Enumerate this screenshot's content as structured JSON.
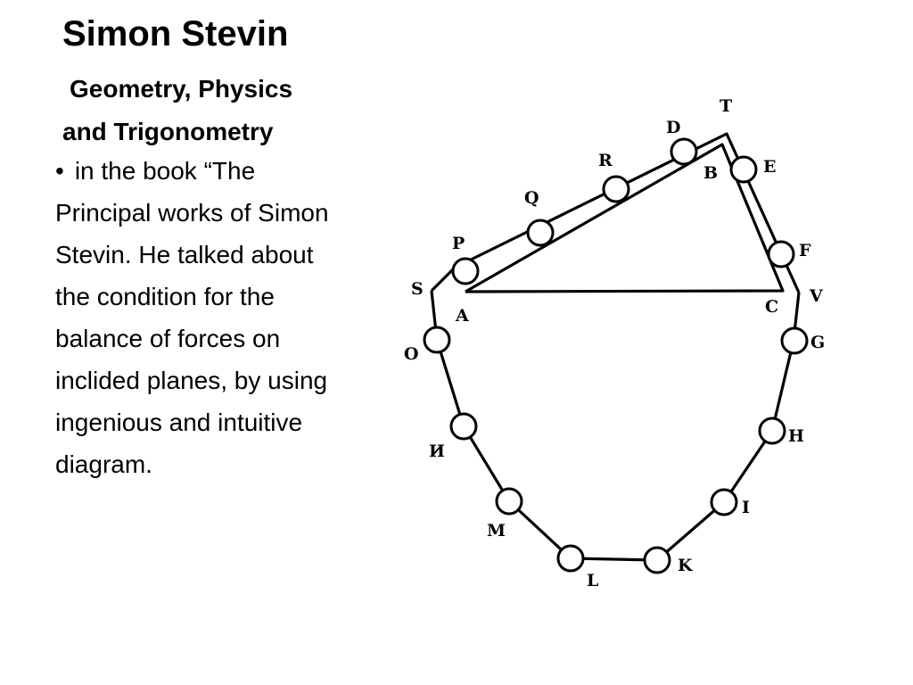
{
  "slide": {
    "title": "Simon Stevin",
    "subtitle_line1": "Geometry, Physics",
    "subtitle_line2": "and Trigonometry",
    "bullet_symbol": "•",
    "bullet_text": "in the book “The Principal works of Simon Stevin. He talked about the condition for the balance of forces on inclided planes, by using ingenious and intuitive diagram."
  },
  "diagram": {
    "labels": {
      "T": "T",
      "D": "D",
      "E": "E",
      "R": "R",
      "B": "B",
      "Q": "Q",
      "F": "F",
      "P": "P",
      "S": "S",
      "V": "V",
      "A": "A",
      "C": "C",
      "O": "O",
      "G": "G",
      "N": "И",
      "H": "H",
      "M": "M",
      "I": "I",
      "L": "L",
      "K": "K"
    }
  }
}
